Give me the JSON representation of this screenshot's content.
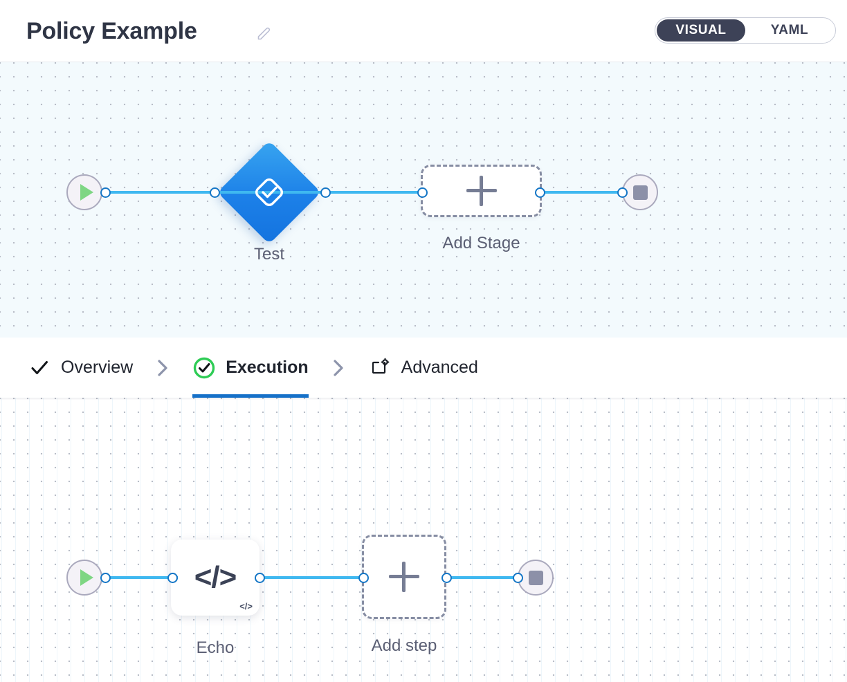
{
  "header": {
    "title": "Policy Example",
    "edit_icon": "pencil-icon",
    "mode_toggle": {
      "active": "VISUAL",
      "options": [
        "VISUAL",
        "YAML"
      ]
    }
  },
  "stage_canvas": {
    "start_node": {
      "icon": "play-icon",
      "label": ""
    },
    "end_node": {
      "icon": "stop-icon",
      "label": ""
    },
    "nodes": [
      {
        "label": "Test",
        "icon": "approval-check-icon",
        "type": "stage"
      },
      {
        "label": "Add Stage",
        "icon": "plus-icon",
        "type": "add-placeholder"
      }
    ]
  },
  "tabs": [
    {
      "label": "Overview",
      "icon": "check-icon",
      "active": false
    },
    {
      "label": "Execution",
      "icon": "check-circle-icon",
      "active": true
    },
    {
      "label": "Advanced",
      "icon": "window-gear-icon",
      "active": false
    }
  ],
  "step_canvas": {
    "start_node": {
      "icon": "play-icon"
    },
    "end_node": {
      "icon": "stop-icon"
    },
    "nodes": [
      {
        "label": "Echo",
        "icon": "code-icon",
        "badge": "</>",
        "type": "step"
      },
      {
        "label": "Add step",
        "icon": "plus-icon",
        "type": "add-placeholder"
      }
    ]
  },
  "colors": {
    "accent_blue": "#1570c8",
    "edge_blue": "#3fb8f0",
    "stage_blue": "#1c80e8",
    "success_green": "#2ecc55",
    "play_green": "#7ed683",
    "muted": "#5b5f74",
    "toggle_dark": "#3d4257"
  }
}
